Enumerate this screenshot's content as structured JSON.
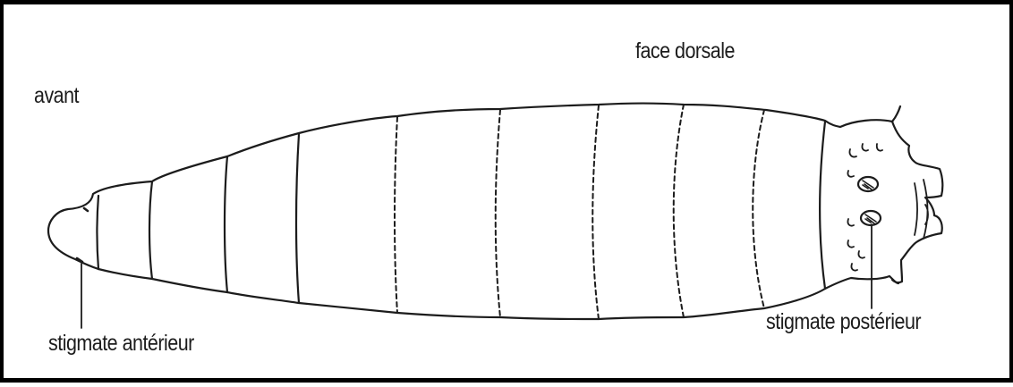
{
  "labels": {
    "front": "avant",
    "dorsal": "face dorsale",
    "anterior_spiracle": "stigmate antérieur",
    "posterior_spiracle": "stigmate postérieur"
  },
  "colors": {
    "outline": "#1c1c1c",
    "frame": "#000000",
    "background": "#ffffff"
  }
}
